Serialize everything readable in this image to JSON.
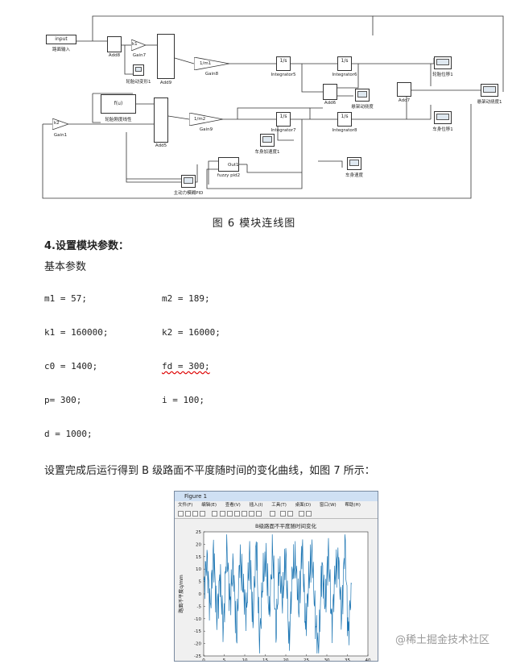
{
  "diagram": {
    "blocks": {
      "input": "input",
      "input_sub": "路面输入",
      "add8": "Add8",
      "gain7": "Gain7",
      "k1": "k1",
      "add9": "Add9",
      "gain8_text": "1/m1",
      "gain8": "Gain8",
      "integ5": "Integrator5",
      "integ6": "Integrator6",
      "scope_wheel_disp": "轮胎位移1",
      "scope_tire_dyn": "轮胎动变形1",
      "fcn_text": "f(u)",
      "fcn_sub": "轮胎刚度线性",
      "k2": "k2",
      "gain1": "Gain1",
      "add5": "Add5",
      "gain9_text": "1/m2",
      "gain9": "Gain9",
      "integ7": "Integrator7",
      "integ8": "Integrator8",
      "add6": "Add6",
      "scope_susp": "悬架动挠度",
      "add7": "Add7",
      "scope_body_disp": "车身位移1",
      "scope_body_acc": "车身加速度1",
      "fuzzy": "fuzzy pid2",
      "fuzzy_out": "Out1",
      "scope_body_vel": "车身速度",
      "scope_pid": "主动力模糊PID",
      "scope_tire_speed": "悬架动挠度1",
      "integ_text": "1/s"
    },
    "caption": "图 6   模块连线图"
  },
  "section": {
    "heading": "4.设置模块参数：",
    "subheading": "基本参数",
    "params": [
      [
        "m1 = 57;",
        "m2 = 189;"
      ],
      [
        "k1 = 160000;",
        "k2 = 16000;"
      ],
      [
        "c0 = 1400;",
        "fd = 300;"
      ],
      [
        "p= 300;",
        "i = 100;"
      ],
      [
        "d = 1000;",
        ""
      ]
    ],
    "sentence": "设置完成后运行得到 B 级路面不平度随时间的变化曲线，如图 7 所示："
  },
  "figure": {
    "window_title": "Figure 1",
    "menu": [
      "文件(F)",
      "编辑(E)",
      "查看(V)",
      "插入(I)",
      "工具(T)",
      "桌面(D)",
      "窗口(W)",
      "帮助(H)"
    ],
    "plot_title": "B级路面不平度随时间变化",
    "ylabel": "路面不平度q/mm",
    "yticks": [
      "25",
      "20",
      "15",
      "10",
      "5",
      "0",
      "-5",
      "-10",
      "-15",
      "-20",
      "-25"
    ],
    "xticks": [
      "0",
      "5",
      "10",
      "15",
      "20",
      "25",
      "30",
      "35",
      "40"
    ],
    "line_color": "#1f77b4"
  },
  "chart_data": {
    "type": "line",
    "title": "B级路面不平度随时间变化",
    "xlabel": "",
    "ylabel": "路面不平度q/mm",
    "xlim": [
      0,
      40
    ],
    "ylim": [
      -25,
      25
    ],
    "series": [
      {
        "x": [
          0,
          0.8,
          1.6,
          2.4,
          3.2,
          4,
          4.8,
          5.6,
          6.4,
          7.2,
          8,
          8.8,
          9.6,
          10.4,
          11.2,
          12,
          12.8,
          13.6,
          14.4,
          15.2,
          16,
          16.8,
          17.6,
          18.4,
          19.2,
          20,
          20.8,
          21.6,
          22.4,
          23.2,
          24,
          24.8,
          25.6,
          26.4,
          27.2,
          28,
          28.8,
          29.6,
          30.4,
          31.2,
          32,
          32.8,
          33.6,
          34.4,
          35.2,
          36
        ],
        "y": [
          2,
          14,
          -6,
          18,
          -10,
          8,
          -15,
          20,
          -4,
          12,
          -18,
          15,
          3,
          -8,
          17,
          -12,
          22,
          -20,
          6,
          14,
          -9,
          19,
          -16,
          11,
          -3,
          16,
          -21,
          9,
          13,
          -7,
          20,
          -14,
          5,
          17,
          -11,
          -23,
          12,
          -5,
          18,
          -13,
          8,
          15,
          -10,
          21,
          -17,
          4
        ]
      }
    ]
  }
}
